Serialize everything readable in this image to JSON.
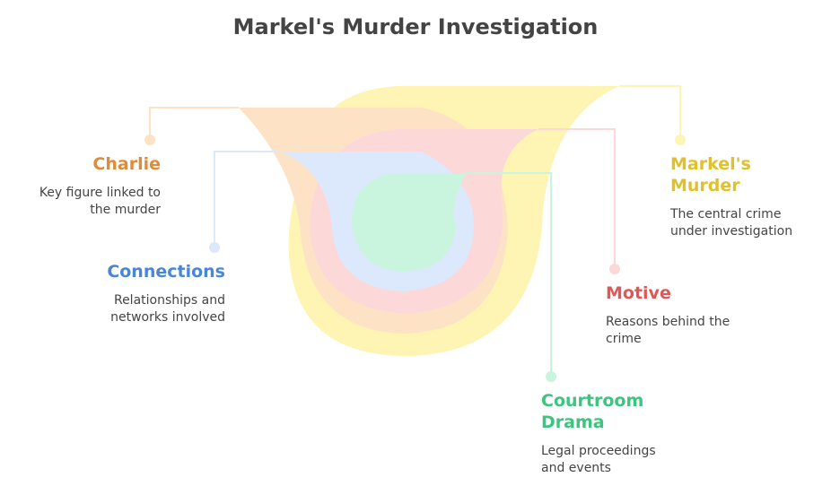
{
  "title": "Markel's Murder Investigation",
  "colors": {
    "yellow": "#fef4b3",
    "peach": "#fde2c6",
    "pink": "#fdd8d8",
    "blue": "#dce8fb",
    "green": "#c9f5df",
    "charlie_text": "#e08b3a",
    "connections_text": "#4a86d6",
    "motive_text": "#e05757",
    "markel_text": "#e0c12c",
    "courtroom_text": "#3ec47f"
  },
  "items": {
    "charlie": {
      "label": "Charlie",
      "desc": [
        "Key figure linked to",
        "the murder"
      ]
    },
    "connections": {
      "label": "Connections",
      "desc": [
        "Relationships and",
        "networks involved"
      ]
    },
    "markel": {
      "label": [
        "Markel's",
        "Murder"
      ],
      "desc": [
        "The central crime",
        "under investigation"
      ]
    },
    "motive": {
      "label": "Motive",
      "desc": [
        "Reasons behind the",
        "crime"
      ]
    },
    "courtroom": {
      "label": [
        "Courtroom",
        "Drama"
      ],
      "desc": [
        "Legal proceedings",
        "and events"
      ]
    }
  }
}
